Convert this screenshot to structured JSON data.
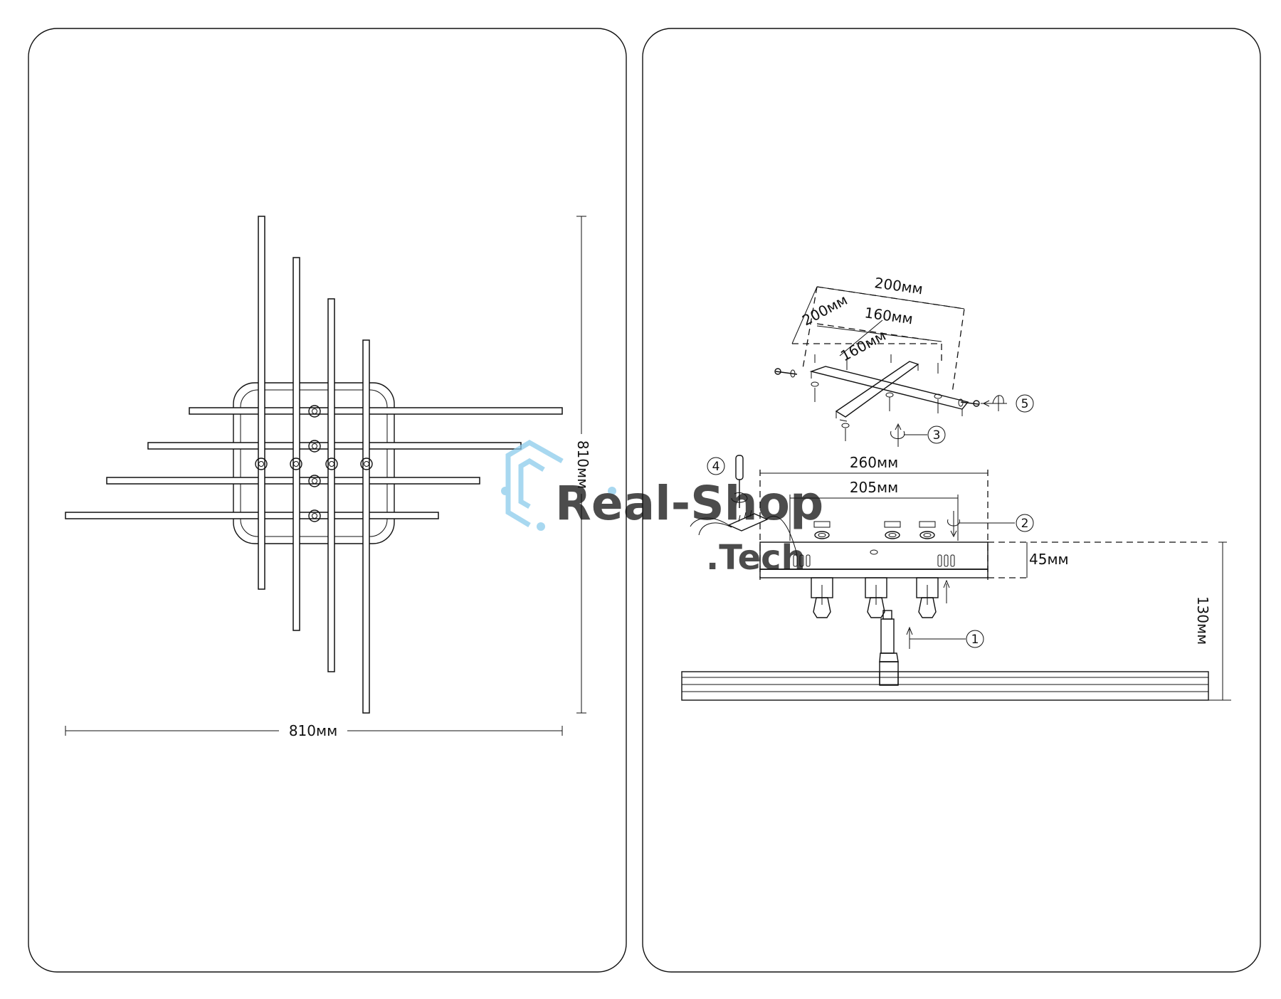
{
  "left_panel": {
    "width_label": "810мм",
    "height_label": "810мм"
  },
  "right_panel": {
    "plate_dims": [
      "200мм",
      "200мм",
      "160мм",
      "160мм"
    ],
    "base_width_outer": "260мм",
    "base_width_inner": "205мм",
    "base_height": "45мм",
    "total_height": "130мм",
    "steps": [
      "1",
      "2",
      "3",
      "4",
      "5"
    ]
  },
  "watermark": {
    "line1": "Real-Shop",
    "line2": ".Tech",
    "color": "#7fc4e8"
  }
}
